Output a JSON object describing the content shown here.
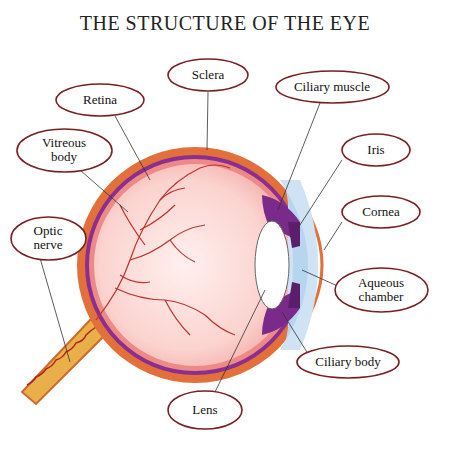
{
  "diagram": {
    "title": "THE STRUCTURE OF THE EYE",
    "nodes": [
      {
        "text": [
          "Sclera"
        ]
      },
      {
        "text": [
          "Retina"
        ]
      },
      {
        "text": [
          "Ciliary muscle"
        ]
      },
      {
        "text": [
          "Vitreous body"
        ]
      },
      {
        "text": [
          "Iris"
        ]
      },
      {
        "text": [
          "Cornea"
        ]
      },
      {
        "text": [
          "Optic nerve"
        ]
      },
      {
        "text": [
          "Aqueous chamber"
        ]
      },
      {
        "text": [
          "Ciliary body"
        ]
      },
      {
        "text": [
          "Lens"
        ]
      }
    ]
  }
}
